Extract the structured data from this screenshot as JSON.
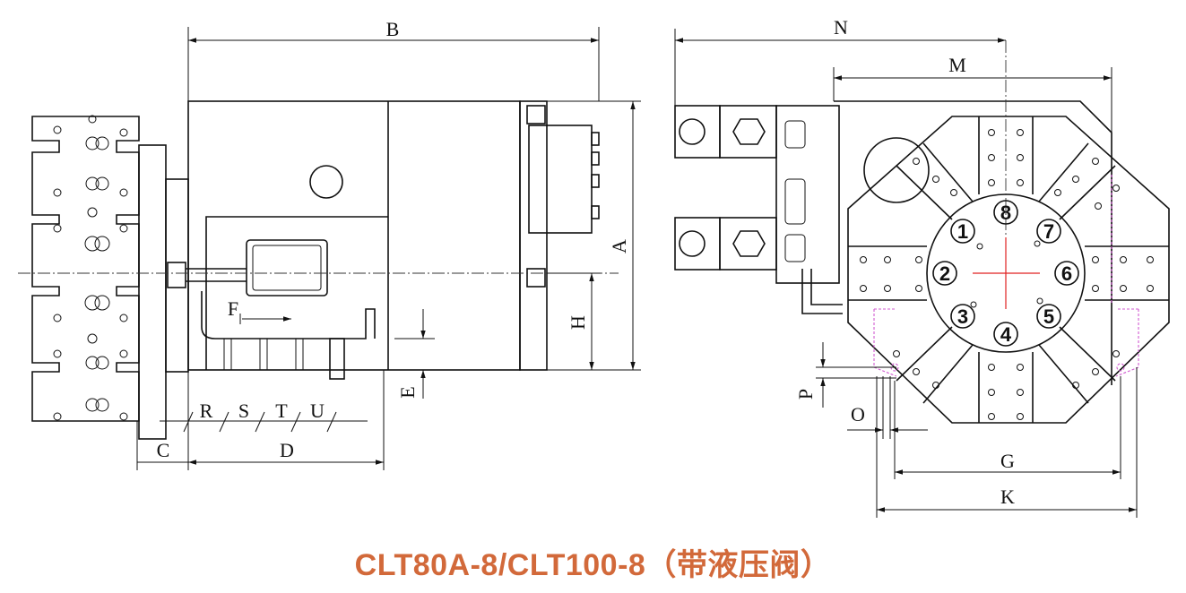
{
  "caption": "CLT80A-8/CLT100-8（带液压阀）",
  "caption_color": "#d2693a",
  "dimension_labels": {
    "A": "A",
    "B": "B",
    "C": "C",
    "D": "D",
    "E": "E",
    "F": "F",
    "G": "G",
    "H": "H",
    "K": "K",
    "M": "M",
    "N": "N",
    "O": "O",
    "P": "P",
    "R": "R",
    "S": "S",
    "T": "T",
    "U": "U"
  },
  "station_numbers": [
    "1",
    "2",
    "3",
    "4",
    "5",
    "6",
    "7",
    "8"
  ]
}
